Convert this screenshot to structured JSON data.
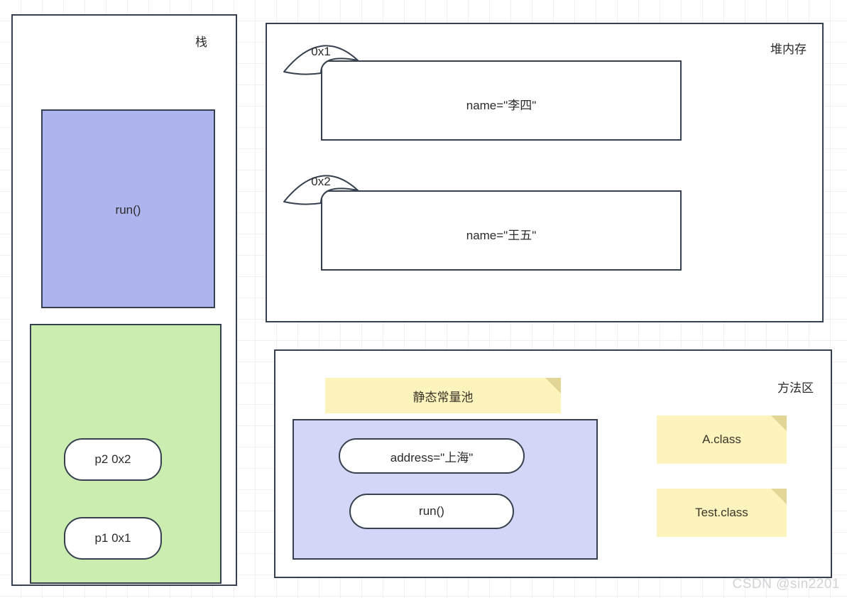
{
  "watermark": "CSDN @sin2201",
  "stack": {
    "region_label": "栈",
    "frame": {
      "label": "run()"
    },
    "locals": {
      "variables": [
        {
          "label": "p2  0x2"
        },
        {
          "label": "p1  0x1"
        }
      ]
    }
  },
  "heap": {
    "region_label": "堆内存",
    "objects": [
      {
        "ref": "0x1",
        "field": "name=\"李四\""
      },
      {
        "ref": "0x2",
        "field": "name=\"王五\""
      }
    ]
  },
  "method_area": {
    "region_label": "方法区",
    "constant_pool_note": "静态常量池",
    "constant_pool_entries": [
      {
        "label": "address=\"上海\""
      },
      {
        "label": "run()"
      }
    ],
    "class_files": [
      {
        "label": "A.class"
      },
      {
        "label": "Test.class"
      }
    ]
  },
  "colors": {
    "stroke": "#36404e",
    "stack_frame_fill": "#aeb4ee",
    "stack_locals_fill": "#cbeeb0",
    "note_fill": "#fcf3bd",
    "note_fold": "#e3d596",
    "constant_pool_fill": "#d3d6f7",
    "grid": "#f0f0f0",
    "canvas": "#ffffff"
  }
}
